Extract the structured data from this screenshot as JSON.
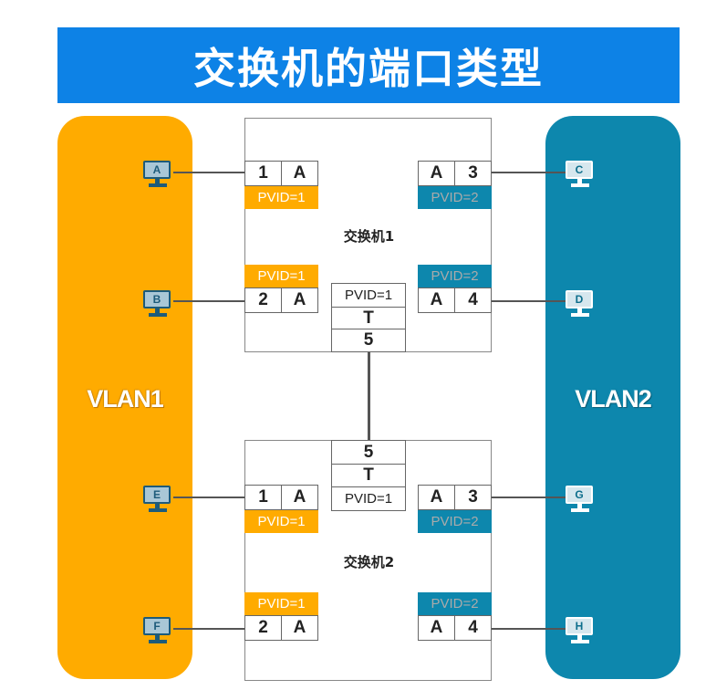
{
  "title": "交换机的端口类型",
  "vlans": {
    "left": "VLAN1",
    "right": "VLAN2"
  },
  "switches": {
    "s1": {
      "label": "交换机1",
      "p1": {
        "num": "1",
        "mode": "A",
        "pvid": "PVID=1"
      },
      "p2": {
        "num": "2",
        "mode": "A",
        "pvid": "PVID=1"
      },
      "p3": {
        "num": "3",
        "mode": "A",
        "pvid": "PVID=2"
      },
      "p4": {
        "num": "4",
        "mode": "A",
        "pvid": "PVID=2"
      },
      "trunk": {
        "pvid": "PVID=1",
        "mode": "T",
        "num": "5"
      }
    },
    "s2": {
      "label": "交换机2",
      "p1": {
        "num": "1",
        "mode": "A",
        "pvid": "PVID=1"
      },
      "p2": {
        "num": "2",
        "mode": "A",
        "pvid": "PVID=1"
      },
      "p3": {
        "num": "3",
        "mode": "A",
        "pvid": "PVID=2"
      },
      "p4": {
        "num": "4",
        "mode": "A",
        "pvid": "PVID=2"
      },
      "trunk": {
        "num": "5",
        "mode": "T",
        "pvid": "PVID=1"
      }
    }
  },
  "pcs": {
    "a": "A",
    "b": "B",
    "c": "C",
    "d": "D",
    "e": "E",
    "f": "F",
    "g": "G",
    "h": "H"
  },
  "colors": {
    "title_bg": "#0d82e6",
    "vlan1": "#ffab00",
    "vlan2": "#0d87ad"
  }
}
